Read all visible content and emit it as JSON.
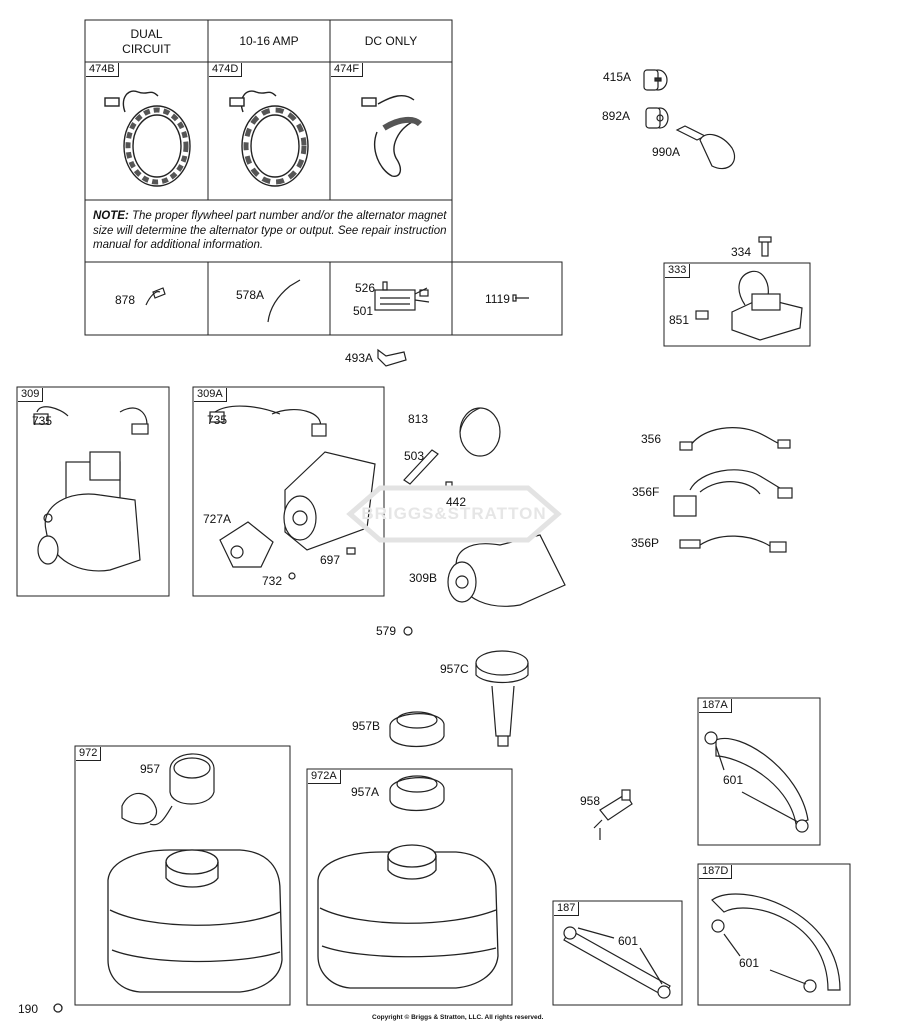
{
  "table": {
    "headers": [
      "DUAL\nCIRCUIT",
      "10-16 AMP",
      "DC ONLY"
    ],
    "variant_tags": [
      "474B",
      "474D",
      "474F"
    ],
    "note_lead": "NOTE:",
    "note_text": " The proper flywheel part number and/or the alternator magnet size will determine the alternator type or output. See repair instruction manual for additional information.",
    "row_parts": [
      "878",
      "578A",
      "526",
      "501",
      "1119"
    ]
  },
  "box_tags": {
    "b333": "333",
    "b309": "309",
    "b309a": "309A",
    "b972": "972",
    "b972a": "972A",
    "b187a": "187A",
    "b187": "187",
    "b187d": "187D"
  },
  "parts": {
    "p415a": "415A",
    "p892a": "892A",
    "p990a": "990A",
    "p334": "334",
    "p851": "851",
    "p493a": "493A",
    "p735a": "735",
    "p735b": "735",
    "p727a": "727A",
    "p697": "697",
    "p732": "732",
    "p813": "813",
    "p503": "503",
    "p442": "442",
    "p309b": "309B",
    "p356": "356",
    "p356f": "356F",
    "p356p": "356P",
    "p579": "579",
    "p957c": "957C",
    "p957b": "957B",
    "p957": "957",
    "p957a": "957A",
    "p958": "958",
    "p601a": "601",
    "p601b": "601",
    "p601c": "601",
    "p190": "190"
  },
  "watermark": "BRIGGS&STRATTON",
  "copyright": "Copyright © Briggs & Stratton, LLC. All rights reserved."
}
